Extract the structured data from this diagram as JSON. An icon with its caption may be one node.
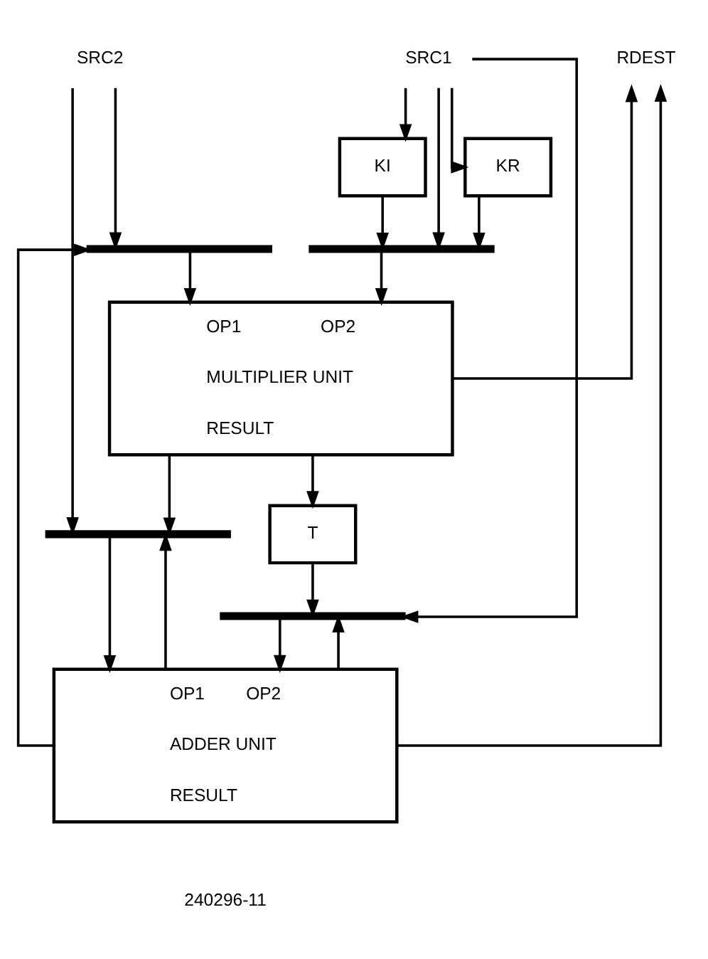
{
  "diagram": {
    "nodes": [
      {
        "text": [
          "SRC1"
        ]
      },
      {
        "text": [
          "SRC2"
        ]
      },
      {
        "text": [
          "RDEST"
        ]
      },
      {
        "text": [
          "KI"
        ]
      },
      {
        "text": [
          "KR"
        ]
      },
      {
        "text": [],
        "shape": "bar"
      },
      {
        "text": [],
        "shape": "bar"
      },
      {
        "text": [
          "OP1",
          "OP2",
          "MULTIPLIER UNIT",
          "RESULT"
        ]
      },
      {
        "text": [
          "T"
        ]
      },
      {
        "text": [],
        "shape": "bar"
      },
      {
        "text": [],
        "shape": "bar"
      },
      {
        "text": [
          "OP1",
          "OP2",
          "ADDER UNIT",
          "RESULT"
        ]
      }
    ],
    "edges": [
      {
        "from": 0,
        "to": 3,
        "arrow": "to"
      },
      {
        "from": 0,
        "to": 4,
        "arrow": "to"
      },
      {
        "from": 0,
        "to": 5,
        "arrow": "to"
      },
      {
        "from": 0,
        "to": 9,
        "arrow": "to"
      },
      {
        "from": 3,
        "to": 5,
        "arrow": "to"
      },
      {
        "from": 4,
        "to": 5,
        "arrow": "to"
      },
      {
        "from": 1,
        "to": 6,
        "arrow": "to"
      },
      {
        "from": 1,
        "to": 10,
        "arrow": "to"
      },
      {
        "from": 11,
        "to": 6,
        "arrow": "to"
      },
      {
        "from": 5,
        "to": 7,
        "arrow": "to"
      },
      {
        "from": 6,
        "to": 7,
        "arrow": "to"
      },
      {
        "from": 7,
        "to": 8,
        "arrow": "to"
      },
      {
        "from": 7,
        "to": 10,
        "arrow": "to"
      },
      {
        "from": 7,
        "to": 2,
        "arrow": "to"
      },
      {
        "from": 8,
        "to": 9,
        "arrow": "to"
      },
      {
        "from": 11,
        "to": 9,
        "arrow": "to"
      },
      {
        "from": 11,
        "to": 10,
        "arrow": "to"
      },
      {
        "from": 9,
        "to": 11,
        "arrow": "to"
      },
      {
        "from": 10,
        "to": 11,
        "arrow": "to"
      },
      {
        "from": 11,
        "to": 2,
        "arrow": "to"
      }
    ],
    "labels": [
      "240296-11"
    ]
  }
}
